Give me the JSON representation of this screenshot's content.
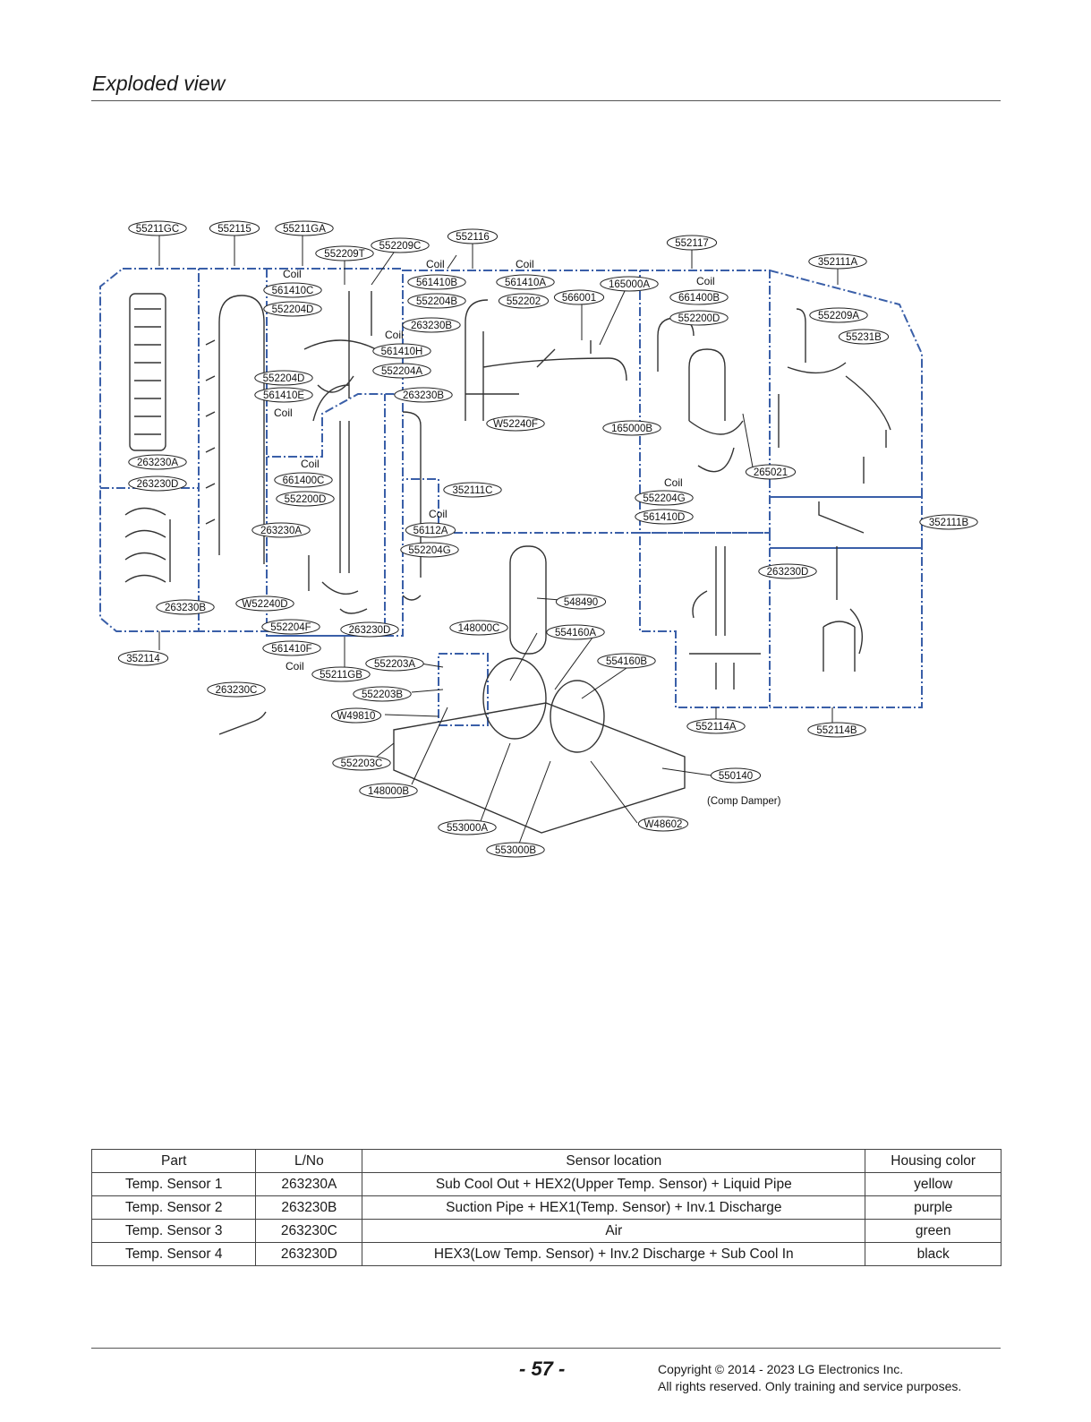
{
  "header": {
    "title": "Exploded view"
  },
  "diagram": {
    "coil_label": "Coil",
    "comp_damper_note": "(Comp Damper)",
    "callouts": {
      "c55211GC": "55211GC",
      "c552115": "552115",
      "c55211GA": "55211GA",
      "c552209T": "552209T",
      "c552209C": "552209C",
      "c552116": "552116",
      "c552117": "552117",
      "c352111A": "352111A",
      "c561410C": "561410C",
      "c552204D_1": "552204D",
      "c561410B": "561410B",
      "c561410A": "561410A",
      "c165000A": "165000A",
      "c661400B": "661400B",
      "c552204B": "552204B",
      "c552202": "552202",
      "c566001": "566001",
      "c552200D_1": "552200D",
      "c552209A": "552209A",
      "c263230B_1": "263230B",
      "c55231B": "55231B",
      "c561410H": "561410H",
      "c552204A": "552204A",
      "c552204D_2": "552204D",
      "c561410E": "561410E",
      "c263230B_2": "263230B",
      "c552240F": "W52240F",
      "c165000B": "165000B",
      "c263230A_1": "263230A",
      "c263230D_1": "263230D",
      "c661400C": "661400C",
      "c552200D_2": "552200D",
      "c352111C": "352111C",
      "c265021": "265021",
      "c552204G_1": "552204G",
      "c561410D": "561410D",
      "c352111B": "352111B",
      "c263230A_2": "263230A",
      "c56112A": "56112A",
      "c552204G_2": "552204G",
      "c263230D_2": "263230D",
      "c548490": "548490",
      "cW52240D": "W52240D",
      "c263230B_3": "263230B",
      "c552204F": "552204F",
      "c263230D_3": "263230D",
      "c148000C": "148000C",
      "c554160A": "554160A",
      "c561410F": "561410F",
      "c352114": "352114",
      "c552203A": "552203A",
      "c55211GB": "55211GB",
      "c554160B": "554160B",
      "c263230C": "263230C",
      "c552203B": "552203B",
      "cW49810": "W49810",
      "c552114A": "552114A",
      "c552114B": "552114B",
      "c552203C": "552203C",
      "c550140": "550140",
      "c148000B": "148000B",
      "cW48602": "W48602",
      "c553000A": "553000A",
      "c553000B": "553000B"
    }
  },
  "table": {
    "headers": [
      "Part",
      "L/No",
      "Sensor location",
      "Housing color"
    ],
    "rows": [
      [
        "Temp. Sensor 1",
        "263230A",
        "Sub Cool Out + HEX2(Upper Temp. Sensor) + Liquid Pipe",
        "yellow"
      ],
      [
        "Temp. Sensor 2",
        "263230B",
        "Suction Pipe + HEX1(Temp. Sensor) + Inv.1  Discharge",
        "purple"
      ],
      [
        "Temp. Sensor 3",
        "263230C",
        "Air",
        "green"
      ],
      [
        "Temp. Sensor 4",
        "263230D",
        "HEX3(Low Temp. Sensor) + Inv.2  Discharge + Sub Cool In",
        "black"
      ]
    ]
  },
  "footer": {
    "page_number": "- 57 -",
    "copyright_line1": "Copyright © 2014 - 2023 LG Electronics Inc.",
    "copyright_line2": "All rights reserved. Only training and service purposes."
  }
}
